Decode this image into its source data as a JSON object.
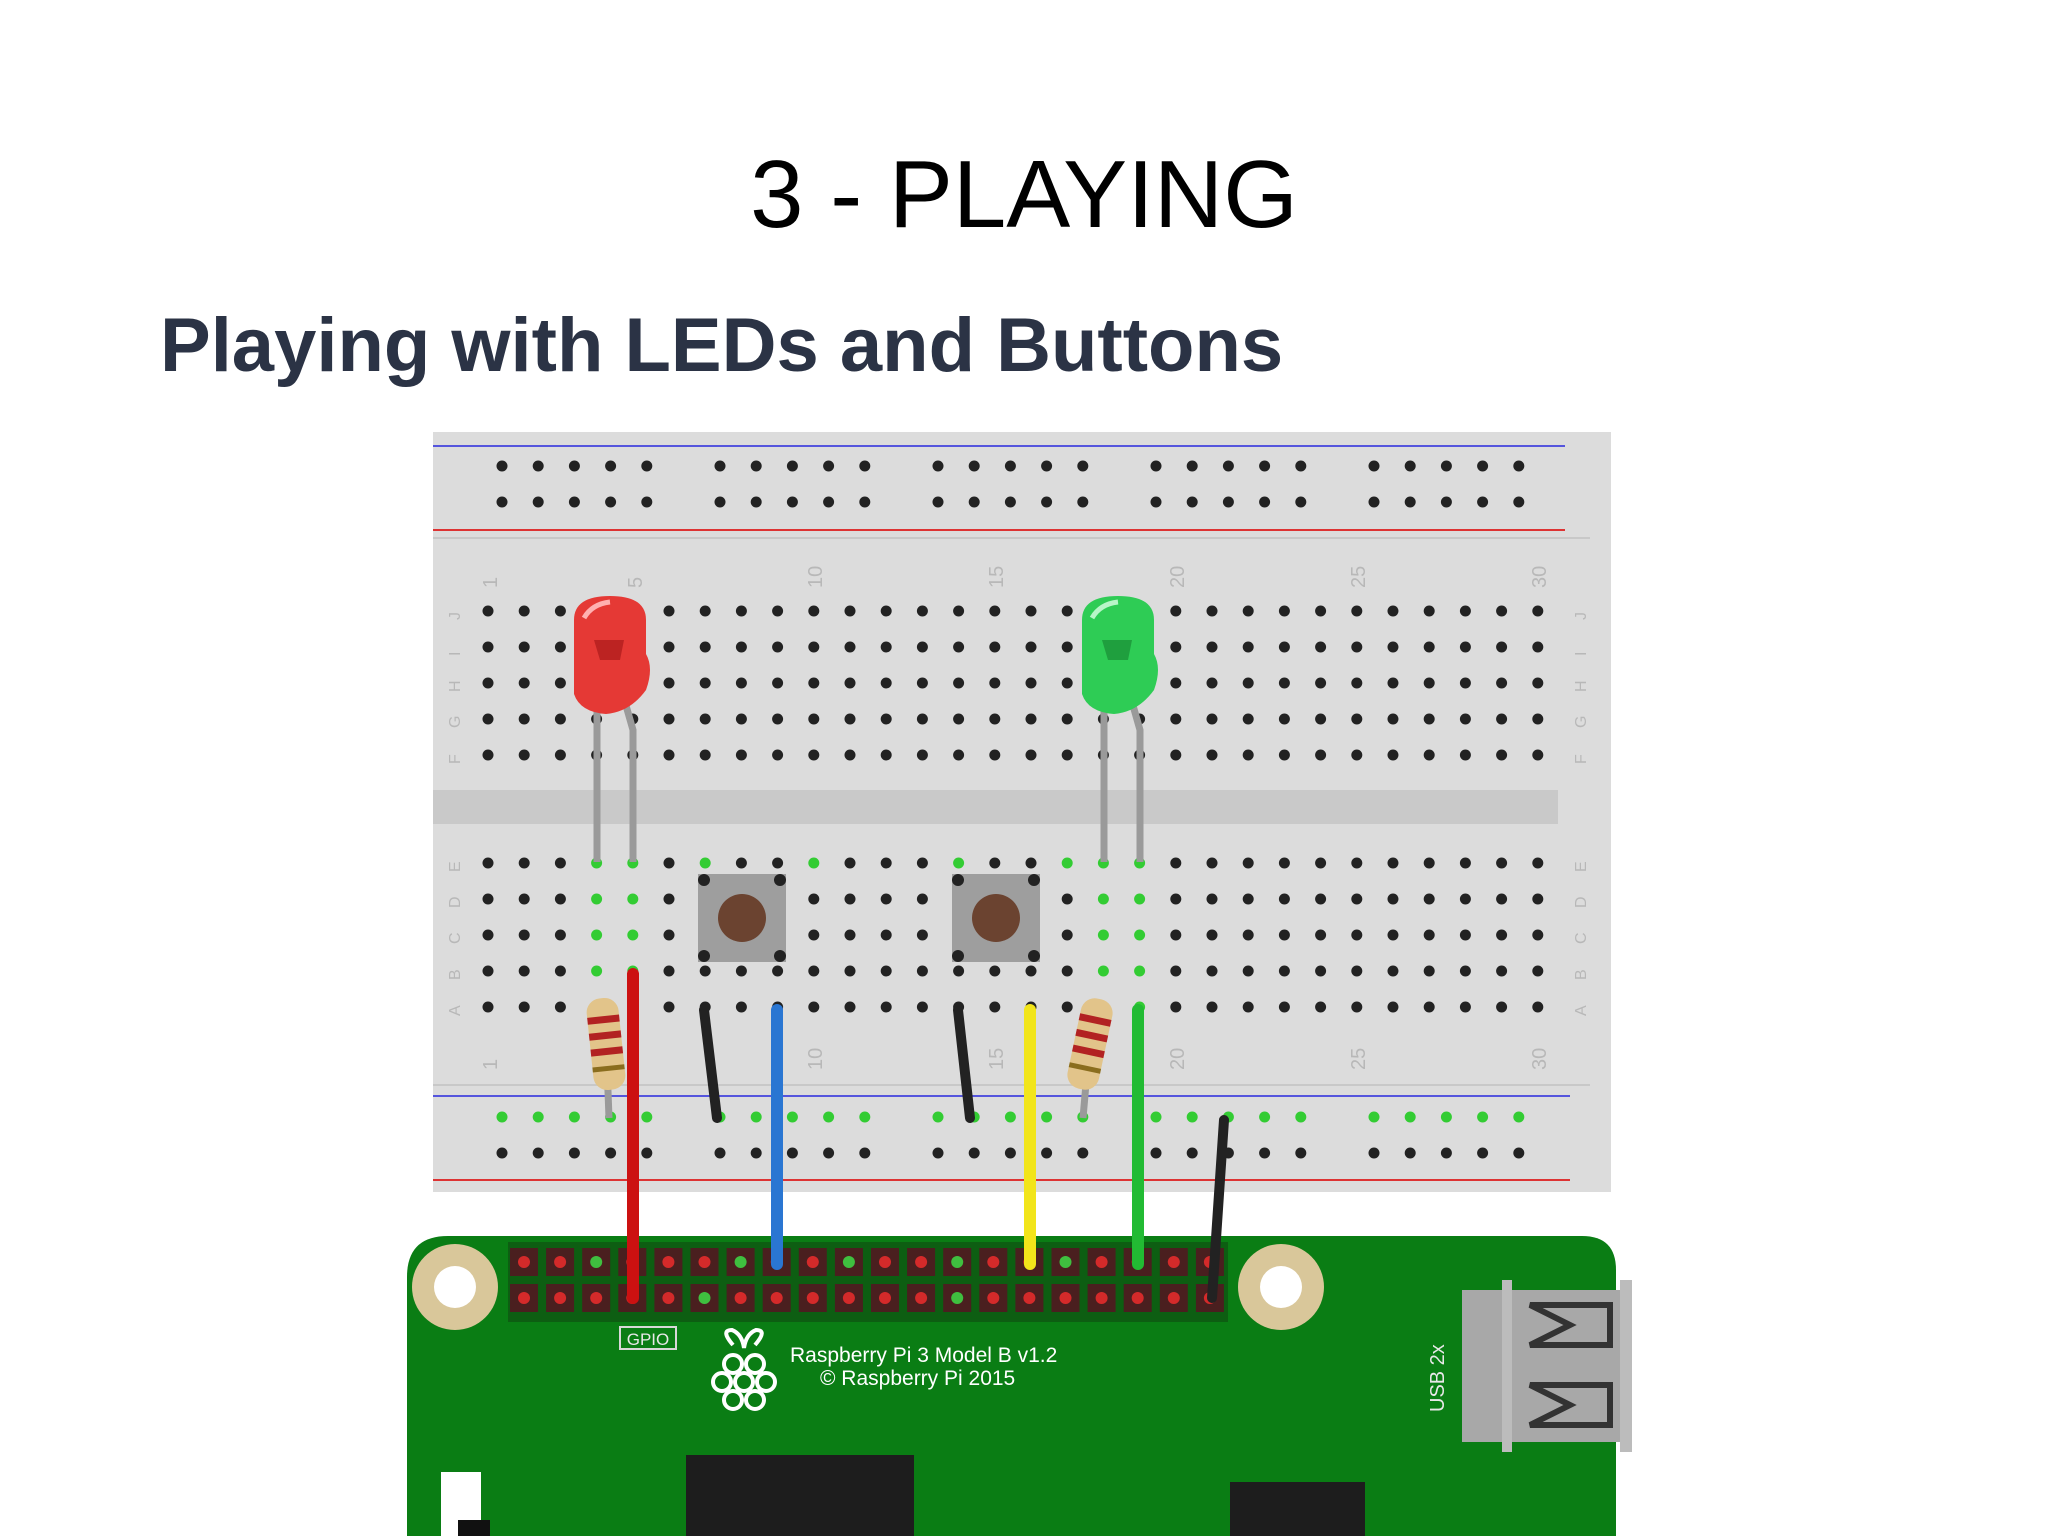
{
  "slide": {
    "title": "3 - PLAYING",
    "subtitle": "Playing with LEDs and Buttons"
  },
  "breadboard": {
    "column_numbers": [
      "1",
      "5",
      "10",
      "15",
      "20",
      "25",
      "30"
    ],
    "row_letters_top": [
      "J",
      "I",
      "H",
      "G",
      "F"
    ],
    "row_letters_bottom": [
      "E",
      "D",
      "C",
      "B",
      "A"
    ]
  },
  "components": {
    "leds": [
      {
        "name": "red-led",
        "color": "#e53935"
      },
      {
        "name": "green-led",
        "color": "#2ecc55"
      }
    ],
    "buttons": [
      "push-button-1",
      "push-button-2"
    ],
    "resistors": [
      "resistor-1",
      "resistor-2"
    ],
    "wires": [
      {
        "name": "red-wire",
        "color": "#cc1111"
      },
      {
        "name": "blue-wire",
        "color": "#2a76d2"
      },
      {
        "name": "yellow-wire",
        "color": "#f2e51a"
      },
      {
        "name": "green-wire",
        "color": "#22bb33"
      },
      {
        "name": "black-wire",
        "color": "#222222"
      }
    ]
  },
  "raspberry_pi": {
    "gpio_label": "GPIO",
    "model_line": "Raspberry Pi 3 Model B v1.2",
    "copyright_line": "© Raspberry Pi 2015",
    "usb_label": "USB 2x",
    "board_color": "#0a7d14"
  }
}
